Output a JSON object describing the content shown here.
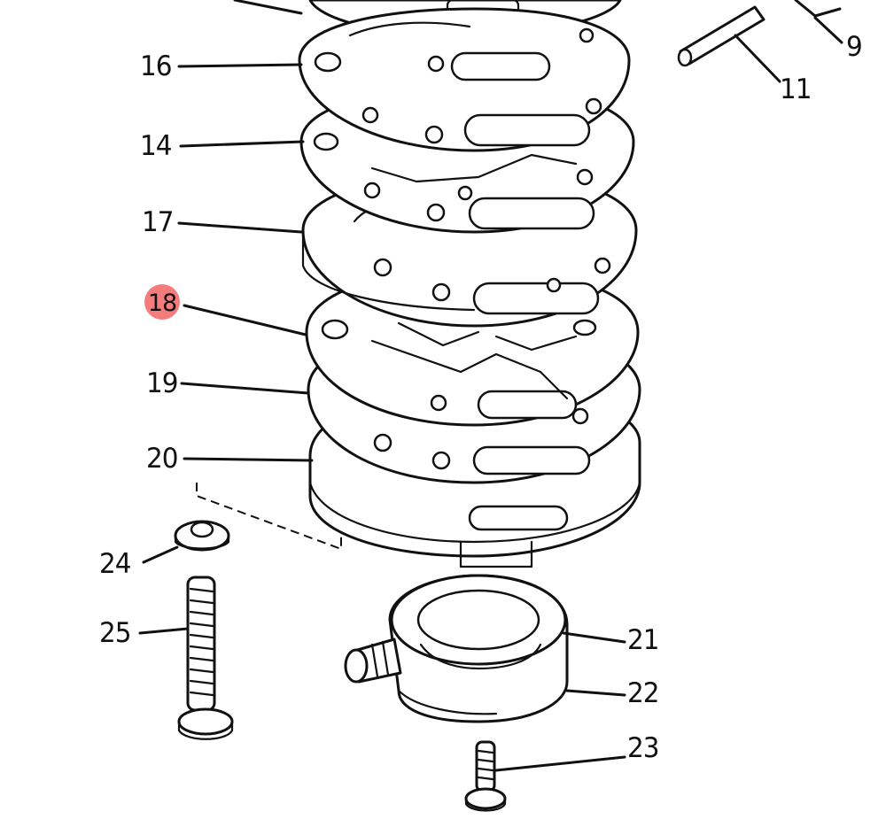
{
  "diagram": {
    "highlight_color": "#f47c7c",
    "highlighted_label": "18",
    "labels": {
      "l9": "9",
      "l11": "11",
      "l16": "16",
      "l14": "14",
      "l17": "17",
      "l18": "18",
      "l19": "19",
      "l20": "20",
      "l21": "21",
      "l22": "22",
      "l23": "23",
      "l24": "24",
      "l25": "25"
    }
  }
}
